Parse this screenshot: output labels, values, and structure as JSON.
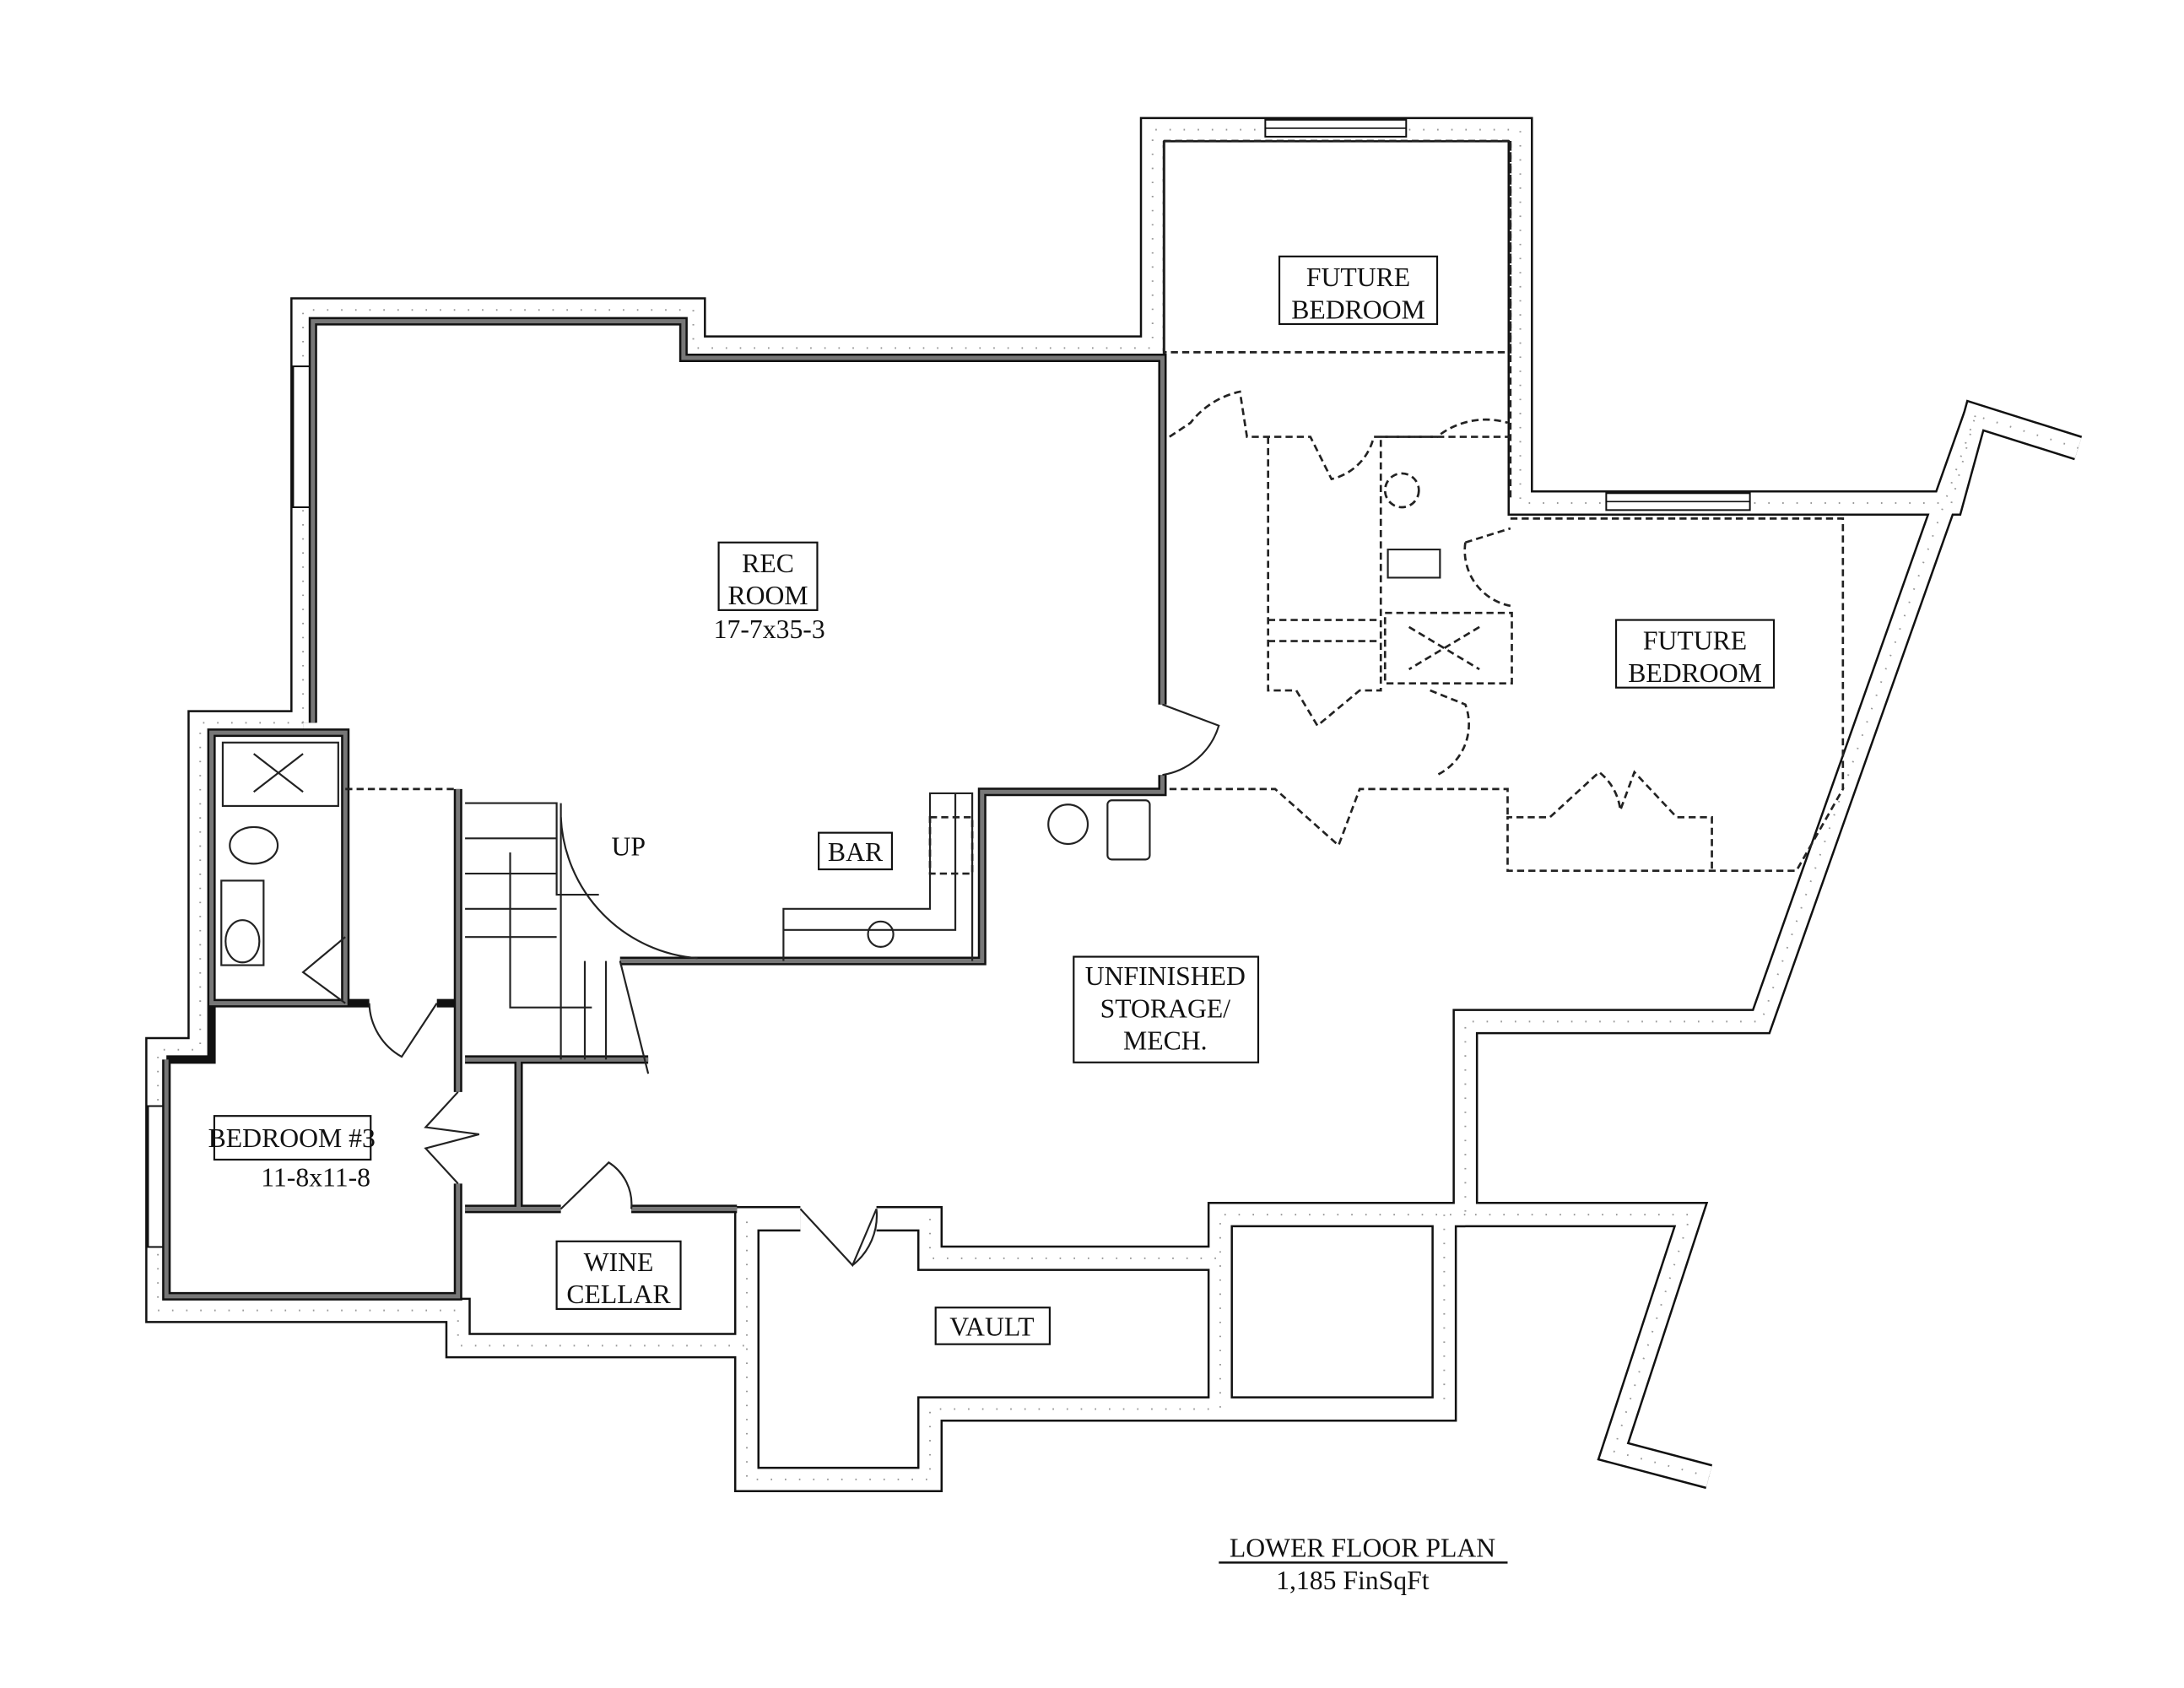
{
  "plan": {
    "title": "LOWER FLOOR PLAN",
    "subtitle": "1,185 FinSqFt"
  },
  "rooms": {
    "rec_room": {
      "line1": "REC",
      "line2": "ROOM",
      "dims": "17-7x35-3"
    },
    "bar": {
      "label": "BAR"
    },
    "stairs": {
      "label": "UP"
    },
    "storage": {
      "line1": "UNFINISHED",
      "line2": "STORAGE/",
      "line3": "MECH."
    },
    "future_bedroom_1": {
      "line1": "FUTURE",
      "line2": "BEDROOM"
    },
    "future_bedroom_2": {
      "line1": "FUTURE",
      "line2": "BEDROOM"
    },
    "bedroom_3": {
      "label": "BEDROOM #3",
      "dims": "11-8x11-8"
    },
    "wine_cellar": {
      "line1": "WINE",
      "line2": "CELLAR"
    },
    "vault": {
      "label": "VAULT"
    }
  }
}
